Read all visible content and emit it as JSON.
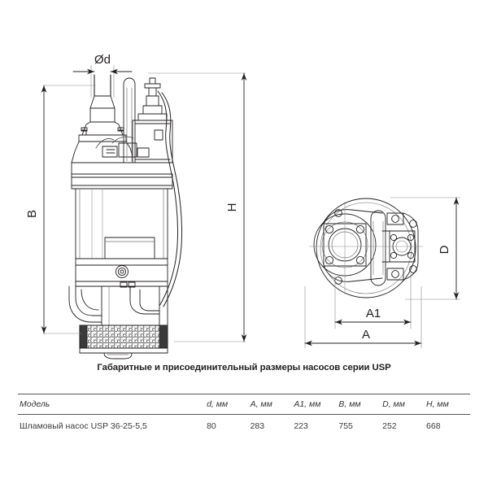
{
  "caption": "Габаритные и присоединительный размеры насосов серии USP",
  "drawing": {
    "front_view": {
      "dim_diameter_label": "Ød",
      "dim_b_label": "B",
      "dim_h_label": "H"
    },
    "top_view": {
      "dim_d_label": "D",
      "dim_a1_label": "A1",
      "dim_a_label": "A"
    }
  },
  "table": {
    "headers": [
      "Модель",
      "d, мм",
      "A, мм",
      "A1, мм",
      "B, мм",
      "D, мм",
      "H, мм"
    ],
    "rows": [
      {
        "model": "Шламовый насос USP 36-25-5,5",
        "d": "80",
        "A": "283",
        "A1": "223",
        "B": "755",
        "D": "252",
        "H": "668"
      }
    ]
  },
  "colors": {
    "line": "#231f20",
    "thin_line": "#6d6d6d",
    "text": "#231f20",
    "table_text": "#3b3b3b",
    "rule": "#555555",
    "background": "#ffffff"
  }
}
